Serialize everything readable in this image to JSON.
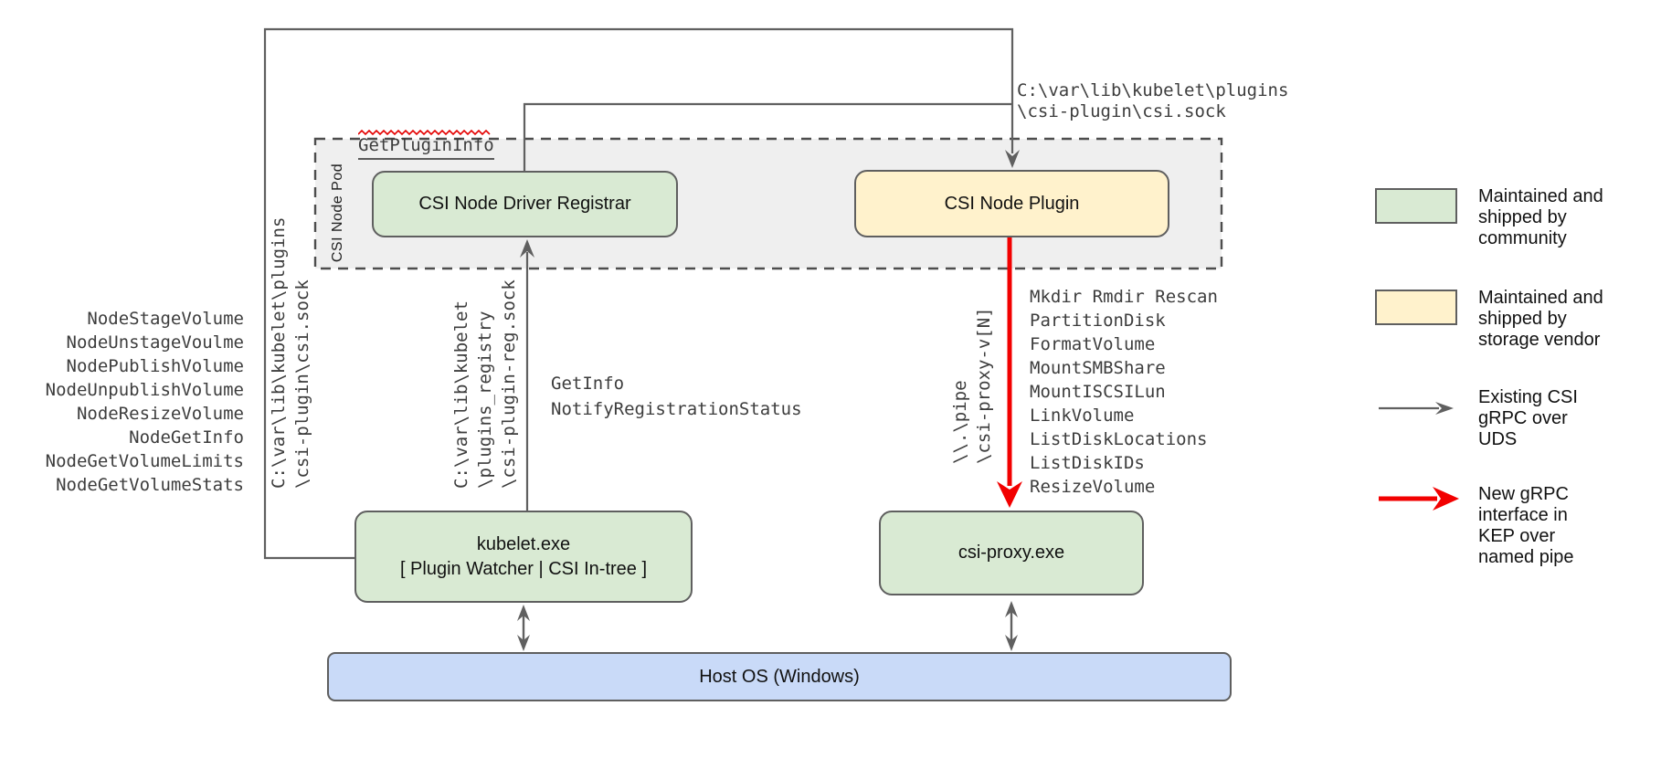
{
  "diagram": {
    "pod": {
      "label": "CSI Node Pod"
    },
    "nodes": {
      "registrar": {
        "label": "CSI Node Driver Registrar"
      },
      "plugin": {
        "label": "CSI Node Plugin"
      },
      "kubelet": {
        "label": [
          "kubelet.exe",
          "[ Plugin Watcher | CSI In-tree ]"
        ]
      },
      "csi_proxy": {
        "label": "csi-proxy.exe"
      },
      "host_os": {
        "label": "Host OS (Windows)"
      }
    },
    "labels": {
      "get_plugin_info": "GetPluginInfo",
      "csi_sock_top": [
        "C:\\var\\lib\\kubelet\\plugins",
        "\\csi-plugin\\csi.sock"
      ],
      "csi_sock_left": [
        "C:\\var\\lib\\kubelet\\plugins",
        "\\csi-plugin\\csi.sock"
      ],
      "reg_sock": [
        "C:\\var\\lib\\kubelet",
        "\\plugins_registry",
        "\\csi-plugin-reg.sock"
      ],
      "registration_calls": [
        "GetInfo",
        "NotifyRegistrationStatus"
      ],
      "named_pipe": [
        "\\\\.\\pipe",
        "\\csi-proxy-v[N]"
      ],
      "node_calls": [
        "NodeStageVolume",
        "NodeUnstageVoulme",
        "NodePublishVolume",
        "NodeUnpublishVolume",
        "NodeResizeVolume",
        "NodeGetInfo",
        "NodeGetVolumeLimits",
        "NodeGetVolumeStats"
      ],
      "proxy_calls": [
        "Mkdir Rmdir Rescan",
        "PartitionDisk",
        "FormatVolume",
        "MountSMBShare",
        "MountISCSILun",
        "LinkVolume",
        "ListDiskLocations",
        "ListDiskIDs",
        "ResizeVolume"
      ]
    },
    "legend": [
      {
        "swatch": "green-box",
        "text": [
          "Maintained and",
          "shipped by",
          "community"
        ]
      },
      {
        "swatch": "yellow-box",
        "text": [
          "Maintained and",
          "shipped by",
          "storage vendor"
        ]
      },
      {
        "swatch": "gray-arrow",
        "text": [
          "Existing CSI",
          "gRPC over",
          "UDS"
        ]
      },
      {
        "swatch": "red-arrow",
        "text": [
          "New gRPC",
          "interface in",
          "KEP over",
          "named pipe"
        ]
      }
    ],
    "colors": {
      "community_green": "#d9ead3",
      "vendor_yellow": "#fff2cc",
      "host_blue": "#c9daf8",
      "pod_gray": "#efefef",
      "line_gray": "#606060",
      "new_interface_red": "#f20000",
      "spellcheck_red": "#e40000",
      "text_gray": "#3d3d3d"
    }
  }
}
